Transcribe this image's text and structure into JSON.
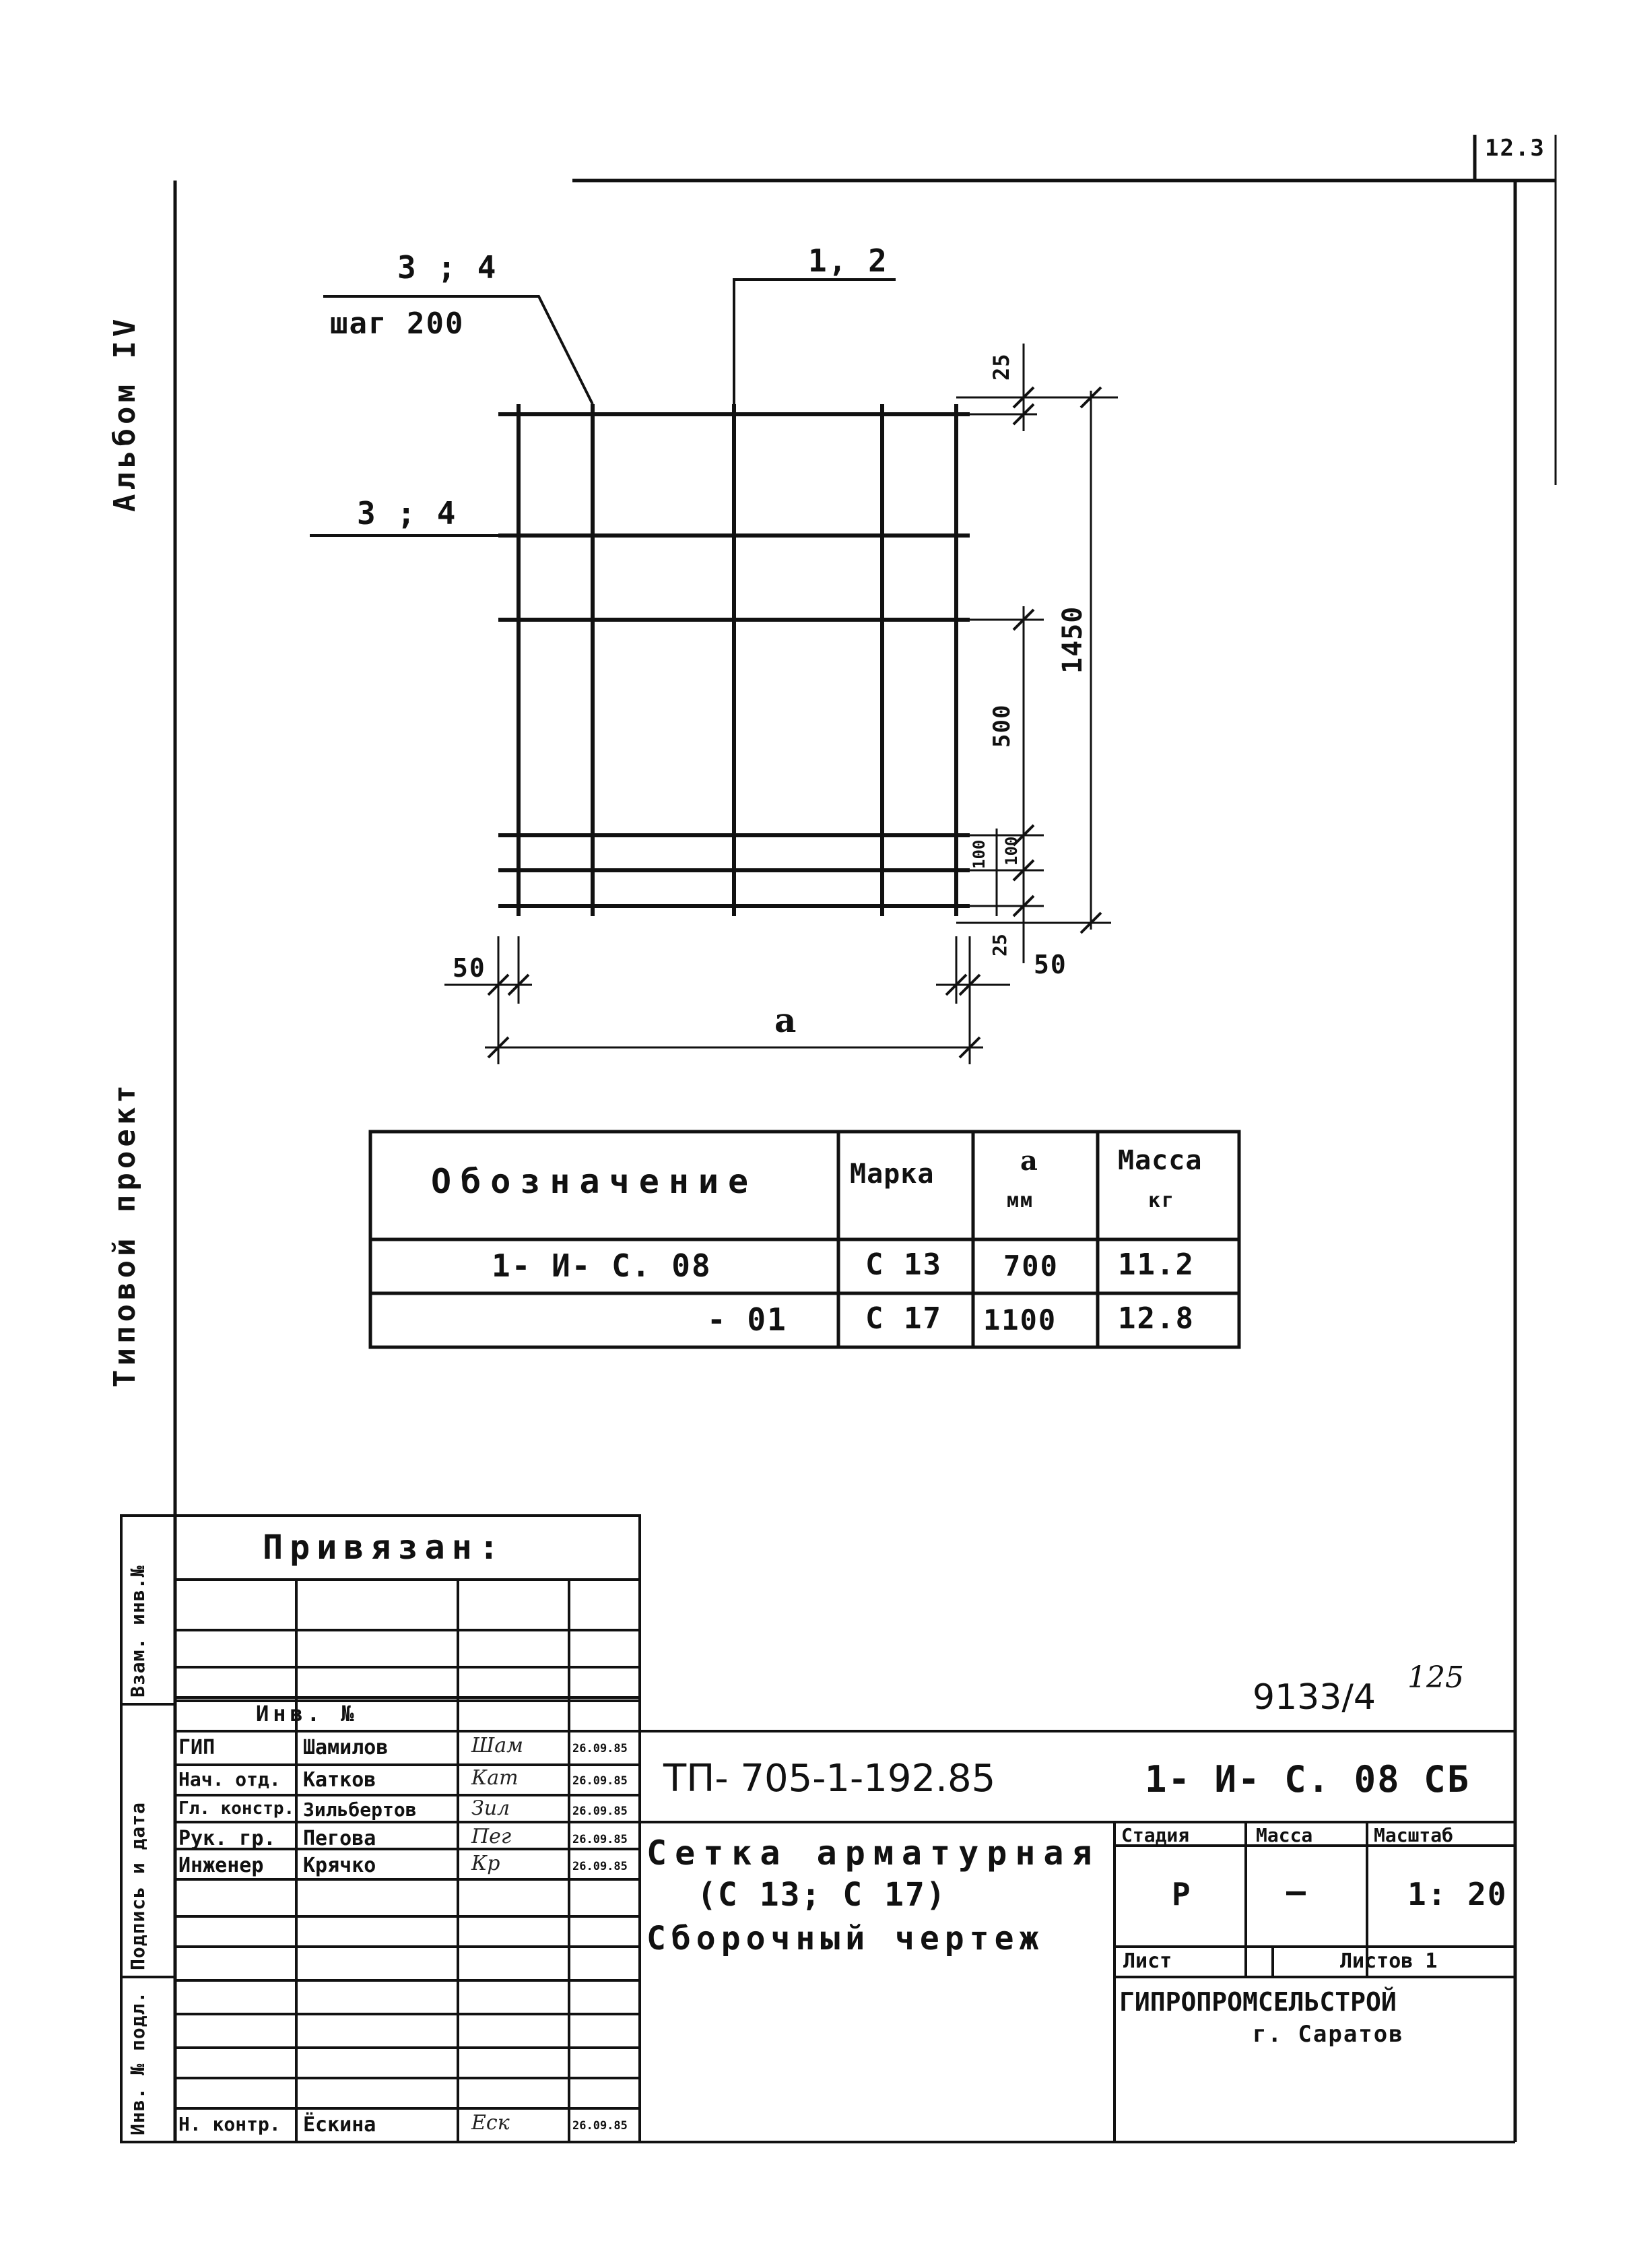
{
  "corner_sheet": "12.3",
  "side_labels": {
    "album": "Альбом IV",
    "project": "Типовой проект"
  },
  "binding_side": [
    "Взам. инв.№",
    "Подпись и дата",
    "Инв. № подл."
  ],
  "drawing": {
    "label_bars_top": "3 ; 4",
    "label_step": "шаг 200",
    "label_bars_right": "1, 2",
    "label_bars_left": "3 ; 4",
    "dim_top_25": "25",
    "dim_1450": "1450",
    "dim_500": "500",
    "dim_100a": "100",
    "dim_100b": "100",
    "dim_bottom_25": "25",
    "dim_left_50": "50",
    "dim_right_50": "50",
    "dim_a": "a"
  },
  "spec_table": {
    "headers": [
      "Обозначение",
      "Марка",
      "a\nмм",
      "Масса\nкг"
    ],
    "header_a": "a",
    "header_a_unit": "мм",
    "header_mass": "Масса",
    "header_mass_unit": "кг",
    "rows": [
      {
        "designation": "1- И- С. 08",
        "mark": "С 13",
        "a": "700",
        "mass": "11.2"
      },
      {
        "designation": "- 01",
        "mark": "С 17",
        "a": "1100",
        "mass": "12.8"
      }
    ]
  },
  "binding_block": {
    "title": "Привязан:",
    "inv_no": "Инв. №"
  },
  "stamp": {
    "archive_no": "9133/4",
    "sheet_no": "125",
    "project_code": "ТП- 705-1-192.85",
    "doc_code": "1- И- С. 08 СБ",
    "title_line1": "Сетка арматурная",
    "title_line2": "(С 13; С 17)",
    "title_line3": "Сборочный чертеж",
    "stage_label": "Стадия",
    "mass_label": "Масса",
    "scale_label": "Масштаб",
    "stage": "Р",
    "mass": "—",
    "scale": "1: 20",
    "sheet_label": "Лист",
    "sheets_label": "Листов 1",
    "org": "ГИПРОПРОМСЕЛЬСТРОЙ",
    "city": "г. Саратов",
    "people": [
      {
        "role": "ГИП",
        "name": "Шамилов",
        "sign": "Шам",
        "date": "26.09.85"
      },
      {
        "role": "Нач. отд.",
        "name": "Катков",
        "sign": "Кат",
        "date": "26.09.85"
      },
      {
        "role": "Гл. констр.",
        "name": "Зильбертов",
        "sign": "Зил",
        "date": "26.09.85"
      },
      {
        "role": "Рук. гр.",
        "name": "Пегова",
        "sign": "Пег",
        "date": "26.09.85"
      },
      {
        "role": "Инженер",
        "name": "Крячко",
        "sign": "Кр",
        "date": "26.09.85"
      }
    ],
    "control": {
      "role": "Н. контр.",
      "name": "Ёскина",
      "sign": "Еск",
      "date": "26.09.85"
    }
  }
}
